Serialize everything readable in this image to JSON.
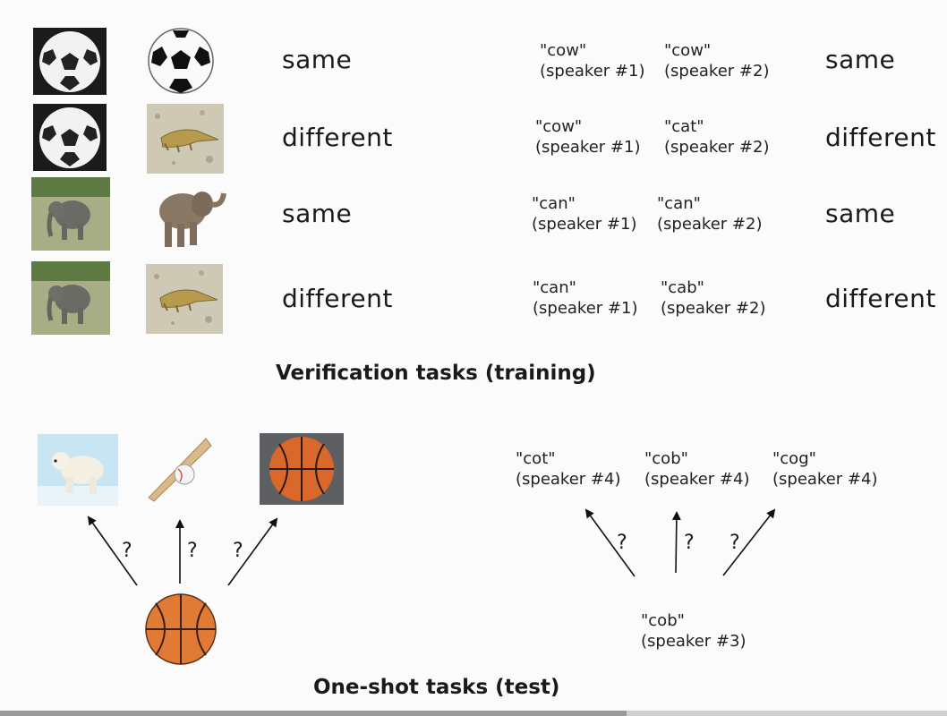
{
  "verification": {
    "title": "Verification tasks (training)",
    "image_labels": [
      "same",
      "different",
      "same",
      "different"
    ],
    "audio_pairs": [
      {
        "w1": "\"cow\"",
        "s1": "(speaker #1)",
        "w2": "\"cow\"",
        "s2": "(speaker #2)",
        "label": "same"
      },
      {
        "w1": "\"cow\"",
        "s1": "(speaker #1)",
        "w2": "\"cat\"",
        "s2": "(speaker #2)",
        "label": "different"
      },
      {
        "w1": "\"can\"",
        "s1": "(speaker #1)",
        "w2": "\"can\"",
        "s2": "(speaker #2)",
        "label": "same"
      },
      {
        "w1": "\"can\"",
        "s1": "(speaker #1)",
        "w2": "\"cab\"",
        "s2": "(speaker #2)",
        "label": "different"
      }
    ]
  },
  "oneshot": {
    "title": "One-shot tasks (test)",
    "question": "?",
    "candidates": [
      {
        "w": "\"cot\"",
        "s": "(speaker #4)"
      },
      {
        "w": "\"cob\"",
        "s": "(speaker #4)"
      },
      {
        "w": "\"cog\"",
        "s": "(speaker #4)"
      }
    ],
    "query": {
      "w": "\"cob\"",
      "s": "(speaker #3)"
    }
  },
  "icons": [
    "soccer-ball-icon",
    "crocodile-icon",
    "elephant-icon",
    "polar-bear-icon",
    "baseball-bat-icon",
    "basketball-icon"
  ]
}
